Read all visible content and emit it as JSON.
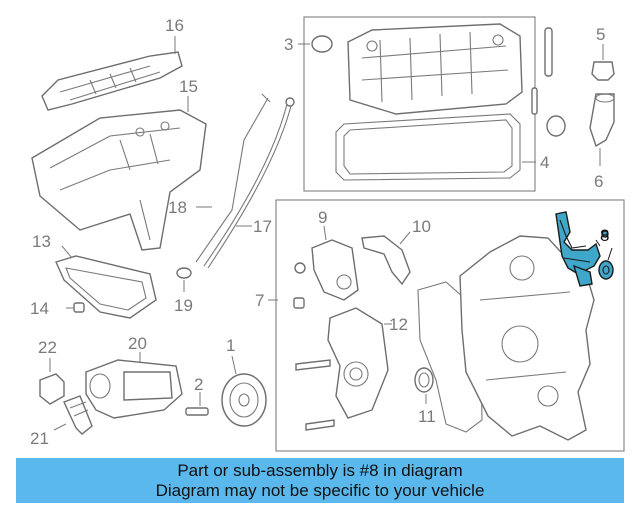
{
  "callouts": {
    "c1": "1",
    "c2": "2",
    "c3": "3",
    "c4": "4",
    "c5": "5",
    "c6": "6",
    "c7": "7",
    "c8": "8",
    "c9": "9",
    "c10": "10",
    "c11": "11",
    "c12": "12",
    "c13": "13",
    "c14": "14",
    "c15": "15",
    "c16": "16",
    "c17": "17",
    "c18": "18",
    "c19": "19",
    "c20": "20",
    "c21": "21",
    "c22": "22"
  },
  "highlight": {
    "part": "8",
    "color": "#3fa7c9"
  },
  "banner": {
    "line1": "Part or sub-assembly is #8 in diagram",
    "line2": "Diagram may not be specific to your vehicle",
    "background": "#5ab8ec"
  }
}
